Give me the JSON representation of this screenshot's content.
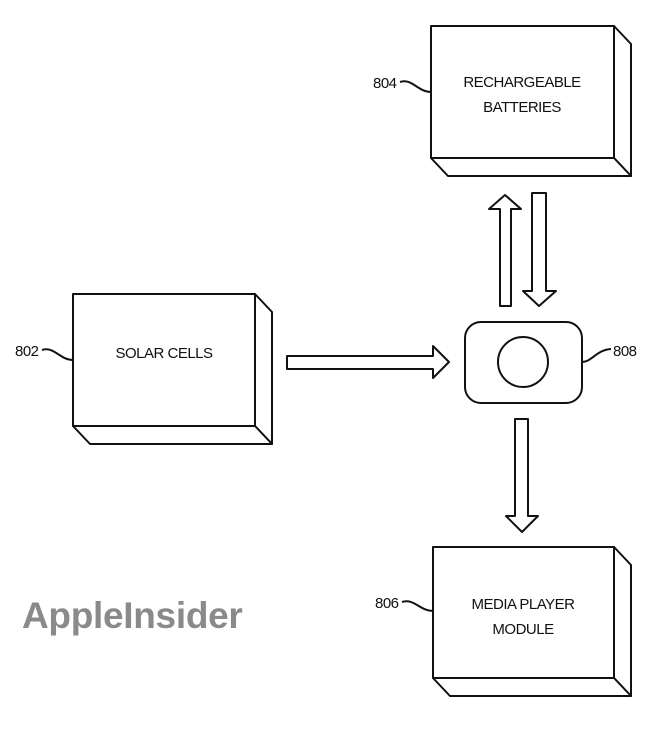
{
  "diagram": {
    "blocks": [
      {
        "id": "802",
        "ref": "802",
        "lines": [
          "SOLAR CELLS"
        ]
      },
      {
        "id": "804",
        "ref": "804",
        "lines": [
          "RECHARGEABLE",
          "BATTERIES"
        ]
      },
      {
        "id": "806",
        "ref": "806",
        "lines": [
          "MEDIA PLAYER",
          "MODULE"
        ]
      },
      {
        "id": "808",
        "ref": "808",
        "lines": []
      }
    ],
    "connections": [
      {
        "from": "802",
        "to": "808",
        "direction": "right"
      },
      {
        "from": "808",
        "to": "804",
        "direction": "up"
      },
      {
        "from": "804",
        "to": "808",
        "direction": "down"
      },
      {
        "from": "808",
        "to": "806",
        "direction": "down"
      }
    ]
  },
  "watermark": {
    "text": "AppleInsider",
    "color": "#8a8a8a"
  }
}
